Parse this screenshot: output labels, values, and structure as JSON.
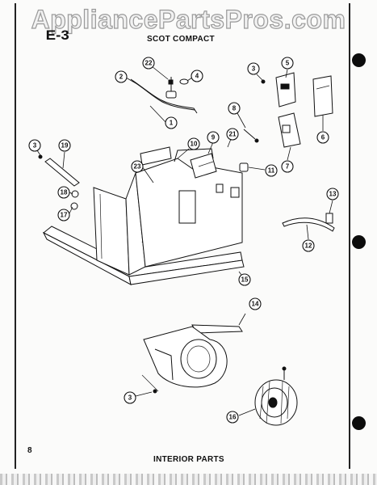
{
  "watermark": "AppliancePartsPros.com",
  "section_code": "E-3",
  "model_title": "SCOT COMPACT",
  "footer_title": "INTERIOR PARTS",
  "page_number": "8",
  "callouts": [
    "1",
    "2",
    "3",
    "3",
    "3",
    "4",
    "5",
    "6",
    "7",
    "8",
    "9",
    "10",
    "11",
    "12",
    "13",
    "14",
    "15",
    "16",
    "17",
    "18",
    "19",
    "21",
    "22",
    "23"
  ]
}
